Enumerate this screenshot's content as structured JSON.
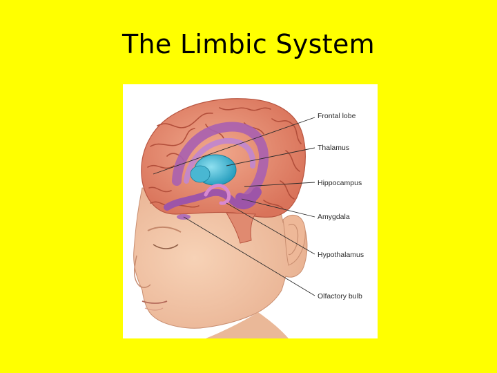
{
  "slide": {
    "title": "The Limbic System",
    "background_color": "#ffff00"
  },
  "figure": {
    "labels": [
      {
        "text": "Frontal lobe"
      },
      {
        "text": "Thalamus"
      },
      {
        "text": "Hippocampus"
      },
      {
        "text": "Amygdala"
      },
      {
        "text": "Hypothalamus"
      },
      {
        "text": "Olfactory bulb"
      }
    ]
  }
}
